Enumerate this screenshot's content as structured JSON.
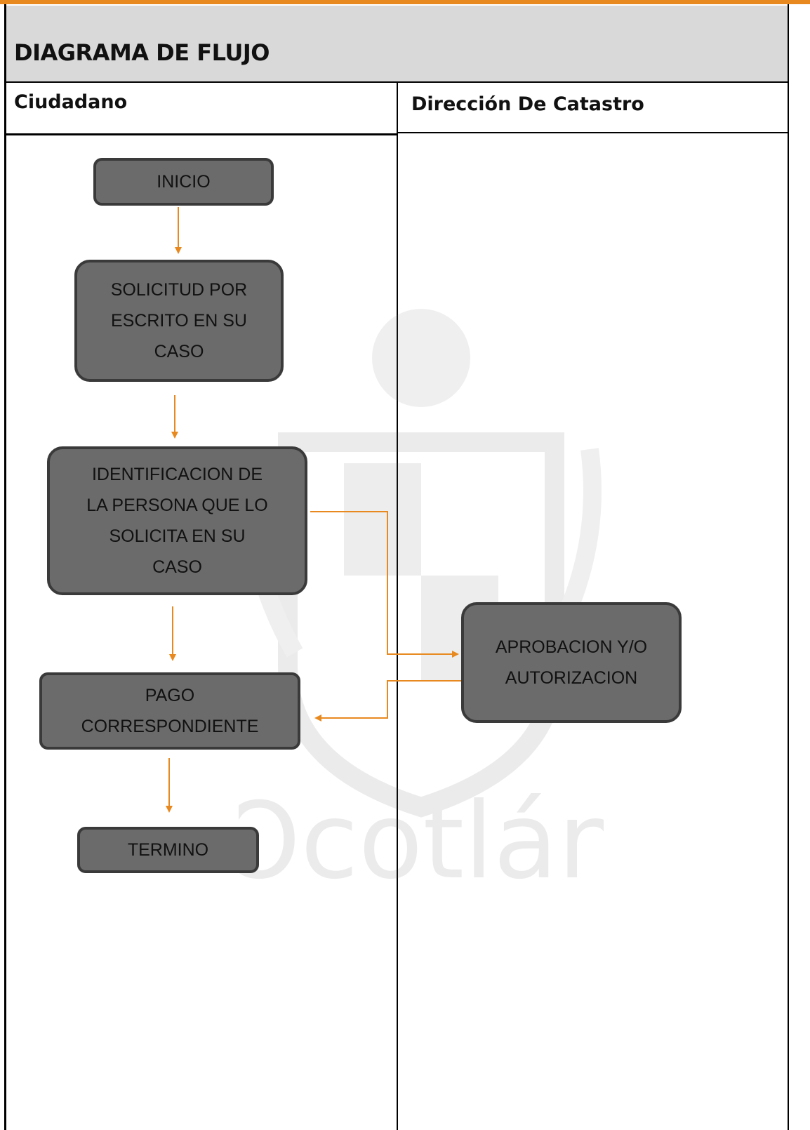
{
  "title": "DIAGRAMA DE FLUJO",
  "lanes": {
    "left": "Ciudadano",
    "right": "Dirección De Catastro"
  },
  "watermark_text": "Ocotlán",
  "nodes": {
    "inicio": "INICIO",
    "solicitud": "SOLICITUD POR\nESCRITO EN SU\nCASO",
    "identificacion": "IDENTIFICACION DE\nLA PERSONA QUE LO\nSOLICITA EN SU\nCASO",
    "aprobacion": "APROBACION Y/O\nAUTORIZACION",
    "pago": "PAGO\nCORRESPONDIENTE",
    "termino": "TERMINO"
  },
  "colors": {
    "arrow": "#e8891f",
    "node_fill": "#6b6b6b",
    "node_border": "#3a3a3a",
    "header_band": "#d9d9d9"
  }
}
